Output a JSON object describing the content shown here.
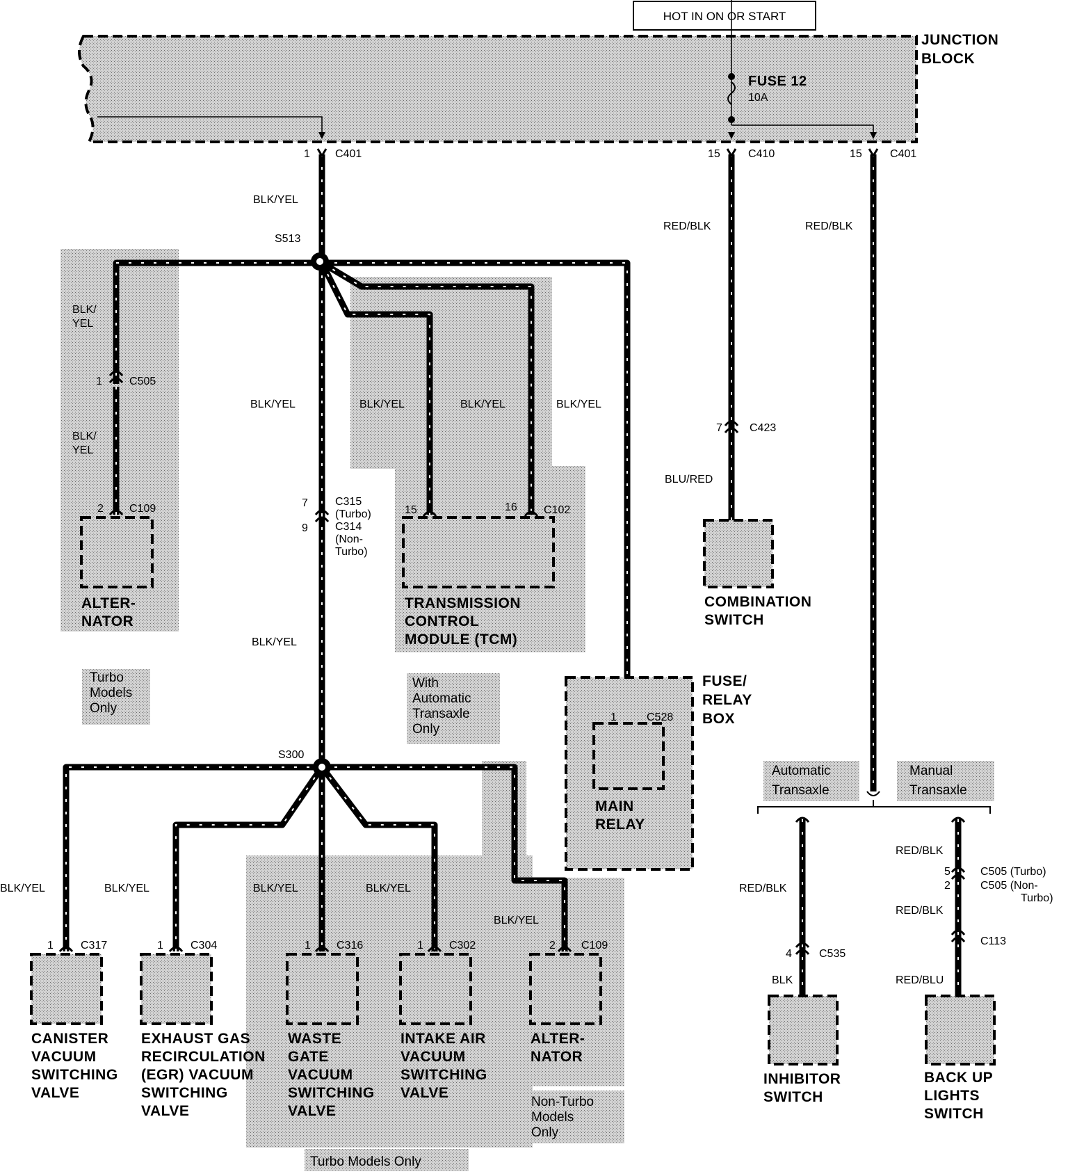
{
  "header": {
    "hot_label": "HOT IN ON OR START"
  },
  "junction_block": {
    "title_line1": "JUNCTION",
    "title_line2": "BLOCK",
    "fuse_name": "FUSE 12",
    "fuse_rating": "10A"
  },
  "top_connectors": [
    {
      "pin": "1",
      "conn": "C401"
    },
    {
      "pin": "15",
      "conn": "C410"
    },
    {
      "pin": "15",
      "conn": "C401"
    }
  ],
  "splices": {
    "upper": "S513",
    "lower": "S300"
  },
  "wire_colors": {
    "blk_yel": "BLK/YEL",
    "blk_yel_split_1": "BLK/",
    "blk_yel_split_2": "YEL",
    "red_blk": "RED/BLK",
    "blu_red": "BLU/RED",
    "blk": "BLK",
    "red_blu": "RED/BLU"
  },
  "connectors": {
    "c505_left": {
      "pin": "1",
      "conn": "C505"
    },
    "c109_top": {
      "pin": "2",
      "conn": "C109"
    },
    "c315": {
      "pin": "7",
      "conn": "C315",
      "note": "(Turbo)"
    },
    "c314": {
      "pin": "9",
      "conn": "C314",
      "note1": "(Non-",
      "note2": "Turbo)"
    },
    "c102": {
      "pin_a": "15",
      "pin_b": "16",
      "conn": "C102"
    },
    "c423": {
      "pin": "7",
      "conn": "C423"
    },
    "c528": {
      "pin": "1",
      "conn": "C528"
    },
    "c317": {
      "pin": "1",
      "conn": "C317"
    },
    "c304": {
      "pin": "1",
      "conn": "C304"
    },
    "c316": {
      "pin": "1",
      "conn": "C316"
    },
    "c302": {
      "pin": "1",
      "conn": "C302"
    },
    "c109_bottom": {
      "pin": "2",
      "conn": "C109"
    },
    "c535": {
      "pin": "4",
      "conn": "C535"
    },
    "c505_right_a": {
      "pin": "5",
      "conn": "C505 (Turbo)"
    },
    "c505_right_b": {
      "pin": "2",
      "conn": "C505 (Non-",
      "note": "Turbo)"
    },
    "c113": {
      "conn": "C113"
    }
  },
  "components": {
    "alternator_top": [
      "ALTER-",
      "NATOR"
    ],
    "tcm": [
      "TRANSMISSION",
      "CONTROL",
      "MODULE (TCM)"
    ],
    "combination_switch": [
      "COMBINATION",
      "SWITCH"
    ],
    "fuse_relay_box": [
      "FUSE/",
      "RELAY",
      "BOX"
    ],
    "main_relay": [
      "MAIN",
      "RELAY"
    ],
    "canister": [
      "CANISTER",
      "VACUUM",
      "SWITCHING",
      "VALVE"
    ],
    "egr": [
      "EXHAUST GAS",
      "RECIRCULATION",
      "(EGR) VACUUM",
      "SWITCHING",
      "VALVE"
    ],
    "waste_gate": [
      "WASTE",
      "GATE",
      "VACUUM",
      "SWITCHING",
      "VALVE"
    ],
    "intake_air": [
      "INTAKE AIR",
      "VACUUM",
      "SWITCHING",
      "VALVE"
    ],
    "alternator_bottom": [
      "ALTER-",
      "NATOR"
    ],
    "inhibitor": [
      "INHIBITOR",
      "SWITCH"
    ],
    "backup": [
      "BACK UP",
      "LIGHTS",
      "SWITCH"
    ]
  },
  "notes": {
    "turbo_only": [
      "Turbo",
      "Models",
      "Only"
    ],
    "auto_trans_only": [
      "With",
      "Automatic",
      "Transaxle",
      "Only"
    ],
    "turbo_models_only_bottom": "Turbo Models Only",
    "non_turbo_only": [
      "Non-Turbo",
      "Models",
      "Only"
    ],
    "automatic_transaxle": [
      "Automatic",
      "Transaxle"
    ],
    "manual_transaxle": [
      "Manual",
      "Transaxle"
    ]
  }
}
